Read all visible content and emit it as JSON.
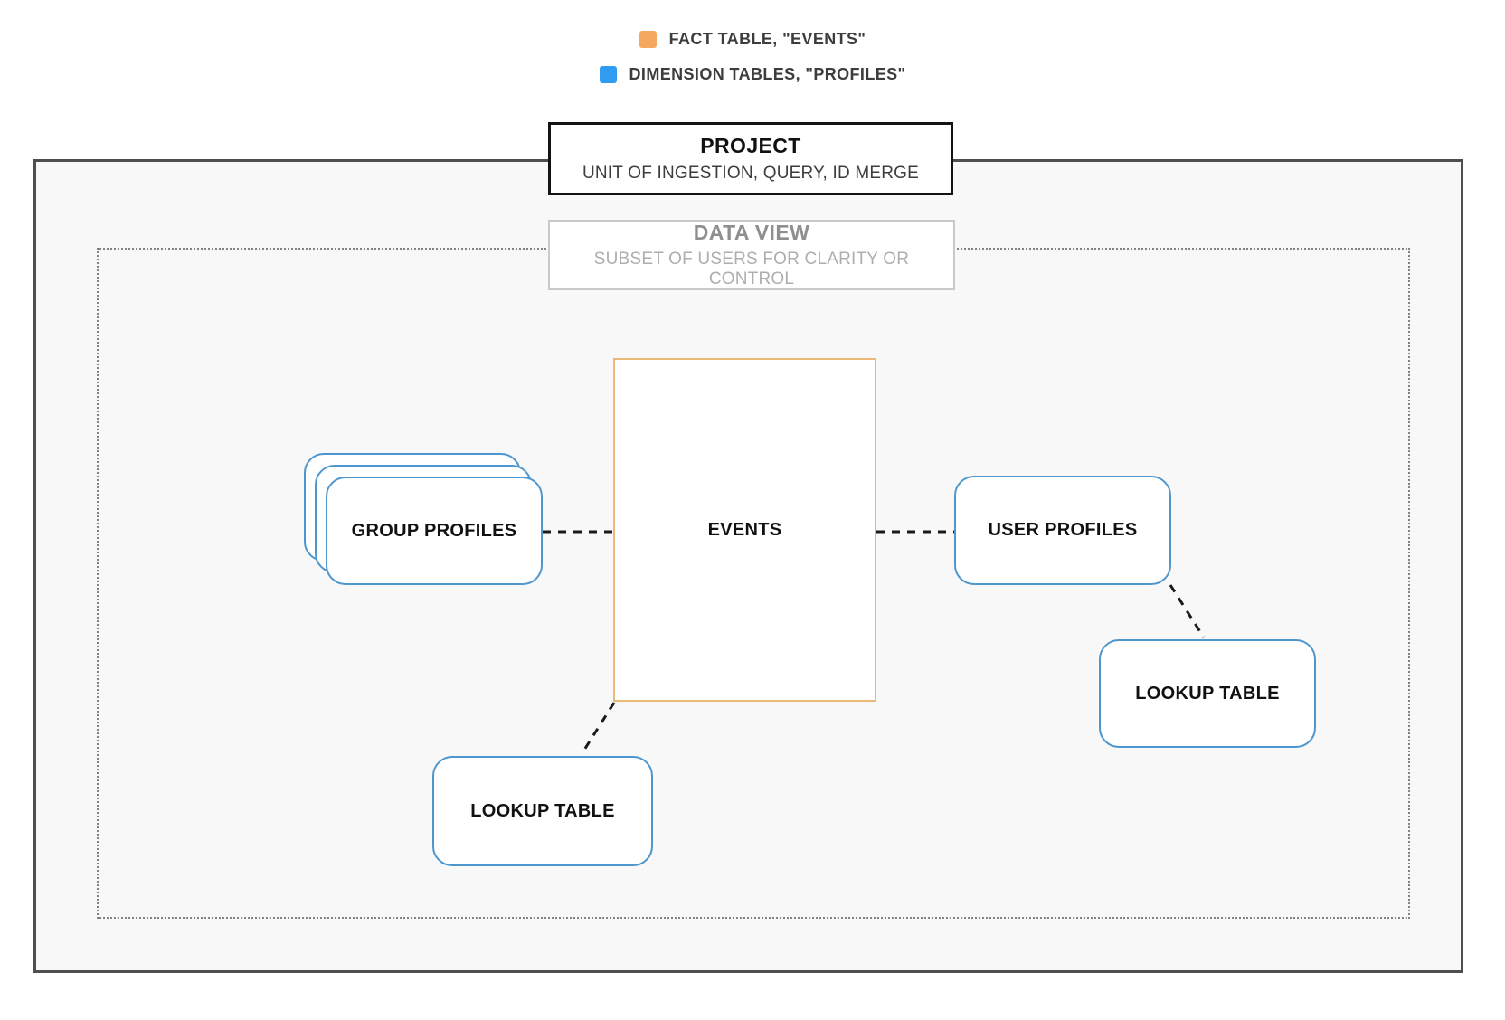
{
  "legend": {
    "items": [
      {
        "name": "fact-table",
        "label": "FACT TABLE, \"EVENTS\"",
        "color": "#f5a95f"
      },
      {
        "name": "dimension-tables",
        "label": "DIMENSION TABLES, \"PROFILES\"",
        "color": "#2f9bf1"
      }
    ]
  },
  "project": {
    "title": "PROJECT",
    "subtitle": "UNIT OF INGESTION, QUERY, ID MERGE"
  },
  "data_view": {
    "title": "DATA VIEW",
    "subtitle": "SUBSET OF USERS FOR CLARITY OR CONTROL"
  },
  "nodes": {
    "events": {
      "label": "EVENTS",
      "border_color": "#eab877"
    },
    "group_profiles": {
      "label": "GROUP PROFILES",
      "border_color": "#4d97ce"
    },
    "user_profiles": {
      "label": "USER PROFILES",
      "border_color": "#4d97ce"
    },
    "lookup_table_bottom": {
      "label": "LOOKUP TABLE",
      "border_color": "#4d97ce"
    },
    "lookup_table_right": {
      "label": "LOOKUP TABLE",
      "border_color": "#4d97ce"
    }
  },
  "colors": {
    "project_border": "#4f4f4f",
    "dataview_border": "#828282",
    "inner_background": "#f8f8f8",
    "connector": "#1a1a1a"
  }
}
